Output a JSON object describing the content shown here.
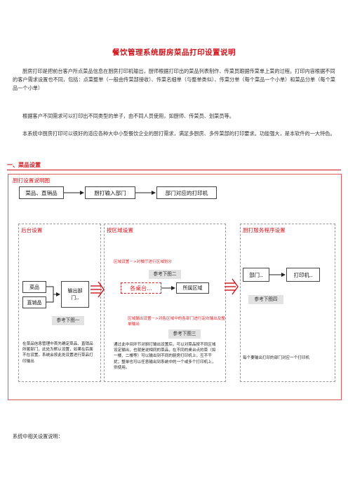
{
  "title": "餐饮管理系统厨房菜品打印设置说明",
  "paragraphs": [
    "厨房打印是把前台客户所点菜品信息在厨房打印机输出，厨师根据打印出的菜品列表制作、传菜员跟据传菜单上菜的过程。打印内容根据不同的客户需求设置也不同，包括：点菜整单（一般由传菜部接收）、传菜名细单（与整单类似）、传菜分单（每个菜品一个小单）和菜品分单（每个菜品一个小单）",
    "根据客户不同需求可以打印出不同类型的单子，由不同人员使用，如厨师、传菜员、划菜员等。",
    "本系统中厨房打印可以很好的适应各种大中小型餐饮企业的厨打需求，满足多厨房、多传菜部的打印要求。功能强大，是本软件的一大特色。"
  ],
  "section_heading": "一、菜品设置",
  "diagram": {
    "title": "厨打设置说明图",
    "flow": {
      "box1": "菜品、直销品",
      "box2": "厨打输入部门",
      "box3": "部门对应的打印机"
    },
    "panel1": {
      "title": "后台设置",
      "item_a": "菜品",
      "item_b": "直销品",
      "out": "输出部门..",
      "ref": "参考下图一",
      "note": "在菜品信息管理中首先确定菜品、直销品所属部门，此处为默认设置，如果在后面不在设置，系统会按此处设置进行菜品打印输出"
    },
    "panel2": {
      "title": "按区域设置",
      "red1": "区域设置－>对餐厅进行区域划分",
      "ref_a": "参考下图二",
      "table": "各桌台...",
      "area": "所属区域",
      "red2": "区域输出设置－>对各区域中的各部门进行定向输出及整单输出",
      "ref_b": "参考下图三",
      "note": "通过此中间环节对厨打输出设置后，可以对菜品按不同区域设定输出，也就是说相同的菜品，在不同的桌台点的菜（如一楼、二楼等）可以输出到不同的厨房打印机上，互不干扰；整单也可以任意输出到系统中的一个或多个打印机上，供使用。"
    },
    "panel3": {
      "title": "厨打服务程序设置",
      "dept": "部门..",
      "printer": "打印机..",
      "ref": "参考下图四",
      "note": "每个要输出打印的部门对应一个打印机"
    }
  },
  "footer": "系统中相关设置说明：",
  "colors": {
    "accent": "#d0141b",
    "arrow": "#d0141b",
    "border": "#444444"
  }
}
